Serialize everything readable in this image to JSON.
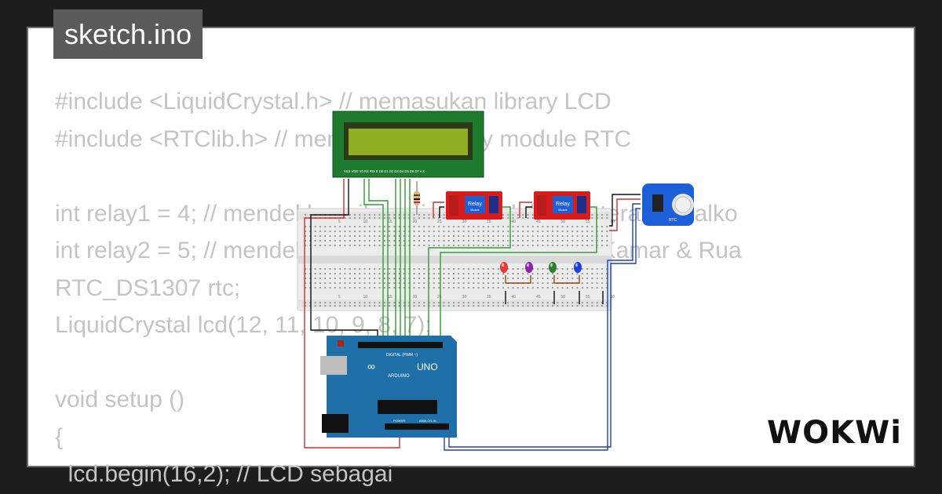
{
  "filename": "sketch.ino",
  "code_lines": [
    "#include <LiquidCrystal.h> // memasukan library LCD",
    "#include <RTClib.h> // memasukan library module RTC",
    "",
    "int relay1 = 4; // mendeklarasikan pin 4 untuk lampu teras & balko",
    "int relay2 = 5; // mendeklarasikan pin 5 untuk lampu Kamar & Rua",
    "RTC_DS1307 rtc;",
    "LiquidCrystal lcd(12, 11, 10, 9, 8, 7);",
    "",
    "void setup ()",
    "{",
    "  lcd.begin(16,2); // LCD sebagai"
  ],
  "diagram": {
    "board_label": "UNO",
    "board_brand": "ARDUINO",
    "board_digital": "DIGITAL (PWM ~)",
    "board_power": "POWER",
    "board_analog": "ANALOG IN",
    "relay_label": "Relay",
    "relay_sub": "Module",
    "rtc_label": "RTC",
    "lcd_pins": "VSS VDD V0 RS RW E D0 D1 D2 D3 D4 D5 D6 D7 A K",
    "breadboard_numbers": [
      "5",
      "10",
      "15",
      "20",
      "25",
      "30",
      "35",
      "40",
      "45",
      "50",
      "55",
      "60"
    ],
    "led_colors": [
      "#e53935",
      "#8e24aa",
      "#2e7d32",
      "#1e3fd8"
    ],
    "wire_colors": {
      "power": "#d32f2f",
      "ground": "#111111",
      "signal": "#2e9e2e",
      "i2c": "#1a3fd0",
      "led": "#8d4b1c"
    }
  },
  "brand": "WOKWi"
}
